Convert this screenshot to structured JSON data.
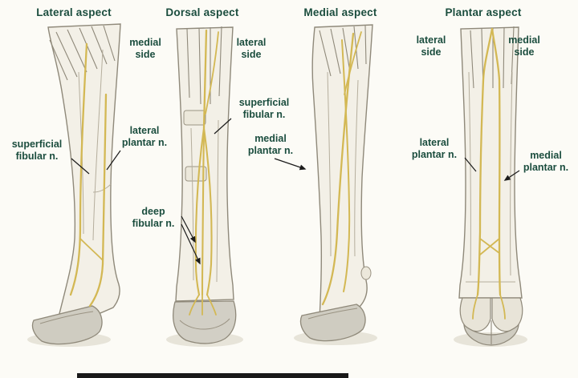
{
  "colors": {
    "label_text": "#1b4d3e",
    "nerve_yellow": "#d3b854",
    "limb_fill": "#f3f0e7",
    "hoof_fill": "#cfccc1",
    "outline": "#8f897a",
    "background": "#fcfbf6",
    "leader_line": "#1b1b1b"
  },
  "panels": {
    "lateral": {
      "title": "Lateral aspect",
      "labels": {
        "superficial_fibular_1": "superficial",
        "superficial_fibular_2": "fibular n.",
        "lateral_plantar_1": "lateral",
        "lateral_plantar_2": "plantar n."
      }
    },
    "dorsal": {
      "title": "Dorsal aspect",
      "labels": {
        "medial_side_1": "medial",
        "medial_side_2": "side",
        "lateral_side_1": "lateral",
        "lateral_side_2": "side",
        "superficial_fibular_1": "superficial",
        "superficial_fibular_2": "fibular n.",
        "medial_plantar_1": "medial",
        "medial_plantar_2": "plantar n.",
        "deep_fibular_1": "deep",
        "deep_fibular_2": "fibular n."
      }
    },
    "medial": {
      "title": "Medial aspect"
    },
    "plantar": {
      "title": "Plantar aspect",
      "labels": {
        "lateral_side_1": "lateral",
        "lateral_side_2": "side",
        "medial_side_1": "medial",
        "medial_side_2": "side",
        "lateral_plantar_1": "lateral",
        "lateral_plantar_2": "plantar n.",
        "medial_plantar_1": "medial",
        "medial_plantar_2": "plantar n."
      }
    }
  }
}
